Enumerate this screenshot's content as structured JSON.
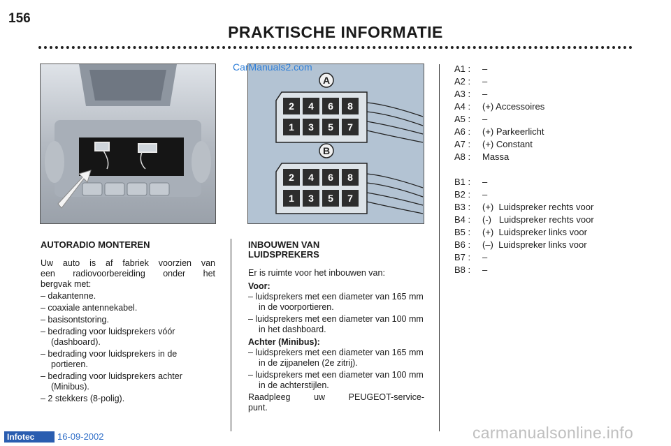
{
  "header": {
    "page_number": "156",
    "title": "PRAKTISCHE INFORMATIE"
  },
  "watermark": "CarManuals2.com",
  "figure_labels": {
    "a": "A",
    "b": "B"
  },
  "connector_pins": {
    "top_row": [
      "2",
      "4",
      "6",
      "8"
    ],
    "bottom_row": [
      "1",
      "3",
      "5",
      "7"
    ]
  },
  "section1": {
    "heading": "AUTORADIO MONTEREN",
    "intro_lines": [
      "Uw auto is af fabriek voorzien van",
      "een radiovoorbereiding onder het",
      "bergvak met:"
    ],
    "items": [
      "– dakantenne.",
      "– coaxiale antennekabel.",
      "– basisontstoring.",
      "– bedrading voor luidsprekers vóór (dashboard).",
      "– bedrading voor luidsprekers in de portieren.",
      "– bedrading voor luidsprekers achter (Minibus).",
      "– 2 stekkers (8-polig)."
    ]
  },
  "section2": {
    "heading_line1": "INBOUWEN VAN",
    "heading_line2": "LUIDSPREKERS",
    "intro": "Er is ruimte voor het inbouwen van:",
    "front_label": "Voor:",
    "front_items": [
      "– luidsprekers met een diameter van 165 mm in de voorportieren.",
      "– luidsprekers met een diameter van 100 mm in het dashboard."
    ],
    "rear_label": "Achter (Minibus):",
    "rear_items": [
      "– luidsprekers met een diameter van 165 mm in de zijpanelen (2e zitrij).",
      "– luidsprekers met een diameter van 100 mm in de achterstijlen."
    ],
    "outro_line1": "Raadpleeg uw PEUGEOT-service-",
    "outro_line2": "punt."
  },
  "pins_a": [
    {
      "id": "A1 :",
      "value": "–"
    },
    {
      "id": "A2 :",
      "value": "–"
    },
    {
      "id": "A3 :",
      "value": "–"
    },
    {
      "id": "A4 :",
      "value": "(+) Accessoires"
    },
    {
      "id": "A5 :",
      "value": "–"
    },
    {
      "id": "A6 :",
      "value": "(+) Parkeerlicht"
    },
    {
      "id": "A7 :",
      "value": "(+) Constant"
    },
    {
      "id": "A8 :",
      "value": "Massa"
    }
  ],
  "pins_b": [
    {
      "id": "B1 :",
      "value": "–"
    },
    {
      "id": "B2 :",
      "value": "–"
    },
    {
      "id": "B3 :",
      "value": "(+)  Luidspreker rechts voor"
    },
    {
      "id": "B4 :",
      "value": "(-)   Luidspreker rechts voor"
    },
    {
      "id": "B5 :",
      "value": "(+)  Luidspreker links voor"
    },
    {
      "id": "B6 :",
      "value": "(–)  Luidspreker links voor"
    },
    {
      "id": "B7 :",
      "value": "–"
    },
    {
      "id": "B8 :",
      "value": "–"
    }
  ],
  "footer": {
    "logo": "Infotec",
    "date": "16-09-2002",
    "site": "carmanualsonline.info"
  }
}
